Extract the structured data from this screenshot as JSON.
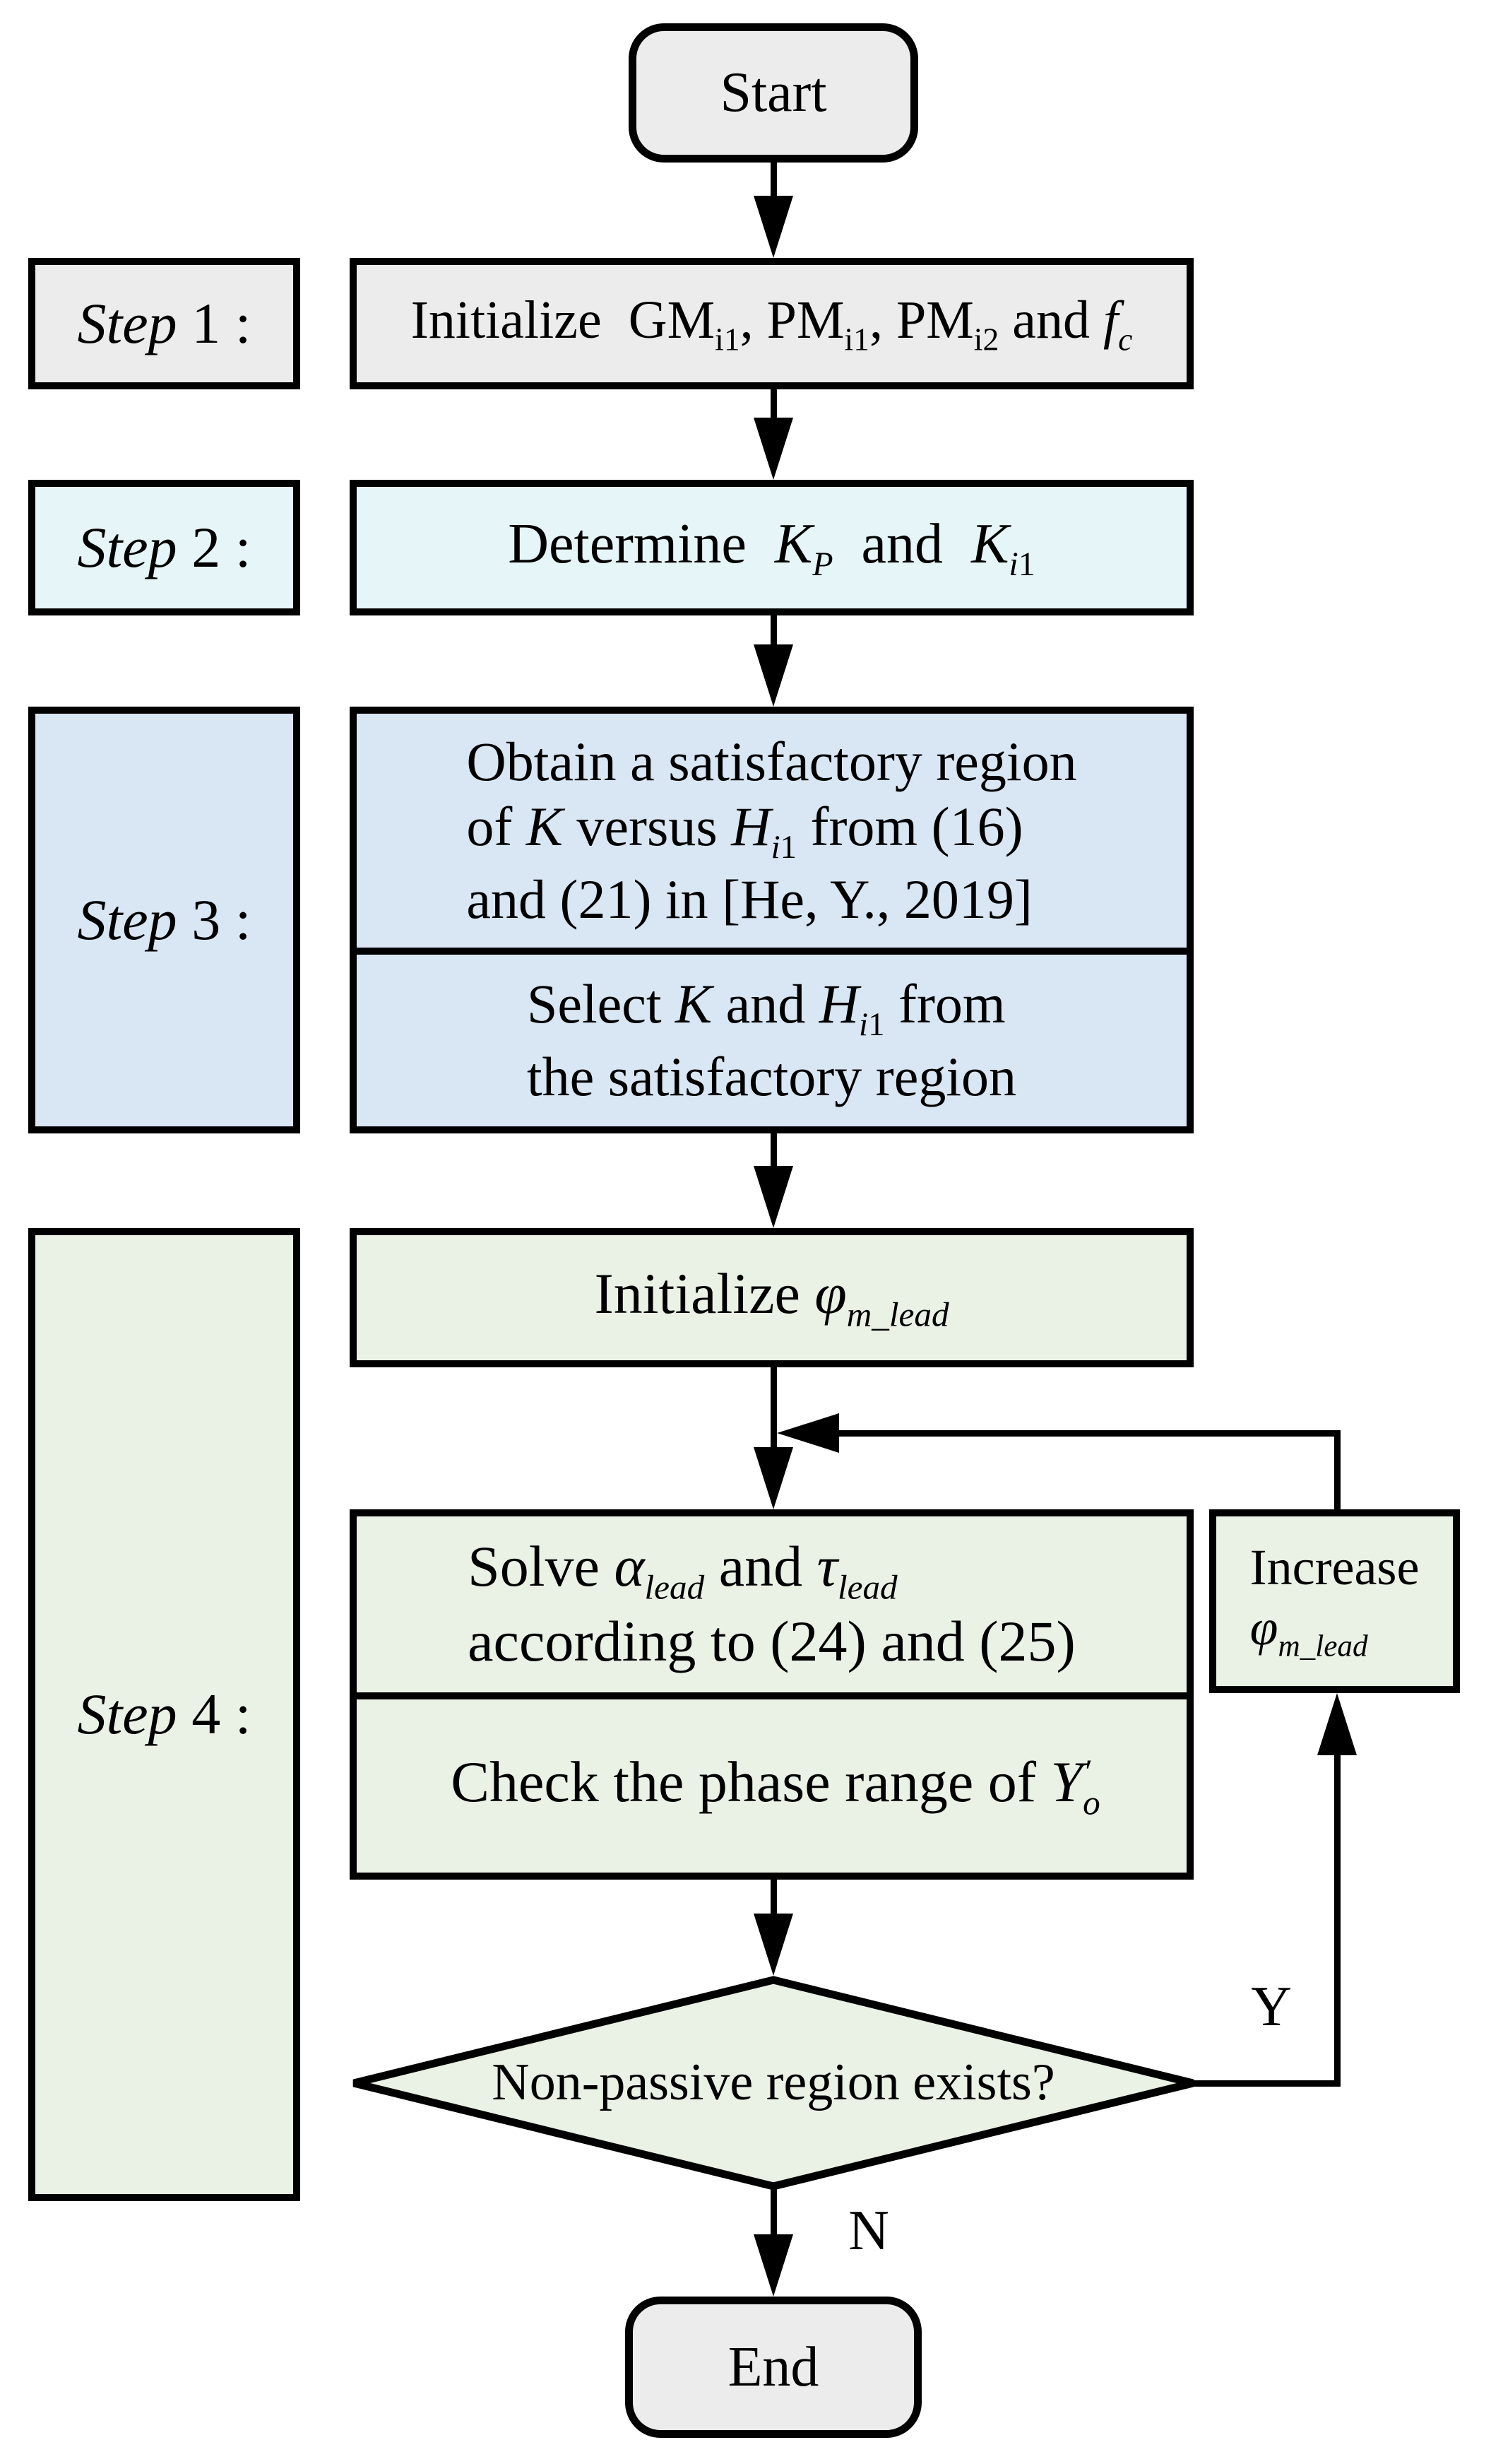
{
  "colors": {
    "background": "#ffffff",
    "outline": "#000000",
    "gray_fill": "#ececec",
    "cyan_fill": "#e6f5f8",
    "blue_fill": "#d9e6f3",
    "green_fill": "#eaf2e6"
  },
  "nodes": {
    "start": "Start",
    "end": "End"
  },
  "step_labels": {
    "step1": [
      {
        "t": "Step",
        "s": "i"
      },
      {
        "t": " 1 :"
      }
    ],
    "step2": [
      {
        "t": "Step",
        "s": "i"
      },
      {
        "t": " 2 :"
      }
    ],
    "step3": [
      {
        "t": "Step",
        "s": "i"
      },
      {
        "t": " 3 :"
      }
    ],
    "step4": [
      {
        "t": "Step",
        "s": "i"
      },
      {
        "t": " 4 :"
      }
    ]
  },
  "boxes": {
    "step1_init": {
      "line1": [
        {
          "t": "Initialize "
        },
        {
          "t": "GM"
        },
        {
          "t": "i1",
          "s": "sub"
        },
        {
          "t": ", "
        },
        {
          "t": "PM"
        },
        {
          "t": "i1",
          "s": "sub"
        },
        {
          "t": ", "
        },
        {
          "t": "PM"
        },
        {
          "t": "i2",
          "s": "sub"
        },
        {
          "t": " and "
        },
        {
          "t": "f",
          "s": "i"
        },
        {
          "t": "c",
          "s": "isub"
        }
      ]
    },
    "step2_determine": {
      "line1": [
        {
          "t": "Determine "
        },
        {
          "t": "K",
          "s": "i"
        },
        {
          "t": "P",
          "s": "isub"
        },
        {
          "t": " and "
        },
        {
          "t": "K",
          "s": "i"
        },
        {
          "t": "i",
          "s": "isub"
        },
        {
          "t": "1",
          "s": "sub"
        }
      ]
    },
    "step3_obtain": {
      "line1": [
        {
          "t": "Obtain a satisfactory region"
        }
      ],
      "line2": [
        {
          "t": "of "
        },
        {
          "t": "K",
          "s": "i"
        },
        {
          "t": " versus "
        },
        {
          "t": "H",
          "s": "i"
        },
        {
          "t": "i",
          "s": "isub"
        },
        {
          "t": "1",
          "s": "sub"
        },
        {
          "t": " from (16)"
        }
      ],
      "line3": [
        {
          "t": "and (21) in [He, Y., 2019]"
        }
      ]
    },
    "step3_select": {
      "line1": [
        {
          "t": "Select "
        },
        {
          "t": "K",
          "s": "i"
        },
        {
          "t": " and "
        },
        {
          "t": "H",
          "s": "i"
        },
        {
          "t": "i",
          "s": "isub"
        },
        {
          "t": "1",
          "s": "sub"
        },
        {
          "t": " from"
        }
      ],
      "line2": [
        {
          "t": "the satisfactory region"
        }
      ]
    },
    "step4_initialize": {
      "line1": [
        {
          "t": "Initialize "
        },
        {
          "t": "φ",
          "s": "i"
        },
        {
          "t": "m_lead",
          "s": "isub"
        }
      ]
    },
    "step4_solve": {
      "line1": [
        {
          "t": "Solve "
        },
        {
          "t": "α",
          "s": "i"
        },
        {
          "t": "lead",
          "s": "isub"
        },
        {
          "t": " and "
        },
        {
          "t": "τ",
          "s": "i"
        },
        {
          "t": "lead",
          "s": "isub"
        }
      ],
      "line2": [
        {
          "t": "according to (24) and (25)"
        }
      ]
    },
    "step4_check": {
      "line1": [
        {
          "t": "Check the phase range of "
        },
        {
          "t": "Y",
          "s": "i"
        },
        {
          "t": "o",
          "s": "isub"
        },
        {
          "t": "′",
          "s": "supb"
        }
      ]
    },
    "increase": {
      "line1": [
        {
          "t": "Increase"
        }
      ],
      "line2": [
        {
          "t": "φ",
          "s": "i"
        },
        {
          "t": "m_lead",
          "s": "isub"
        }
      ]
    },
    "decision": {
      "line1": [
        {
          "t": "Non-passive region exists?"
        }
      ]
    }
  },
  "branches": {
    "yes": "Y",
    "no": "N"
  }
}
